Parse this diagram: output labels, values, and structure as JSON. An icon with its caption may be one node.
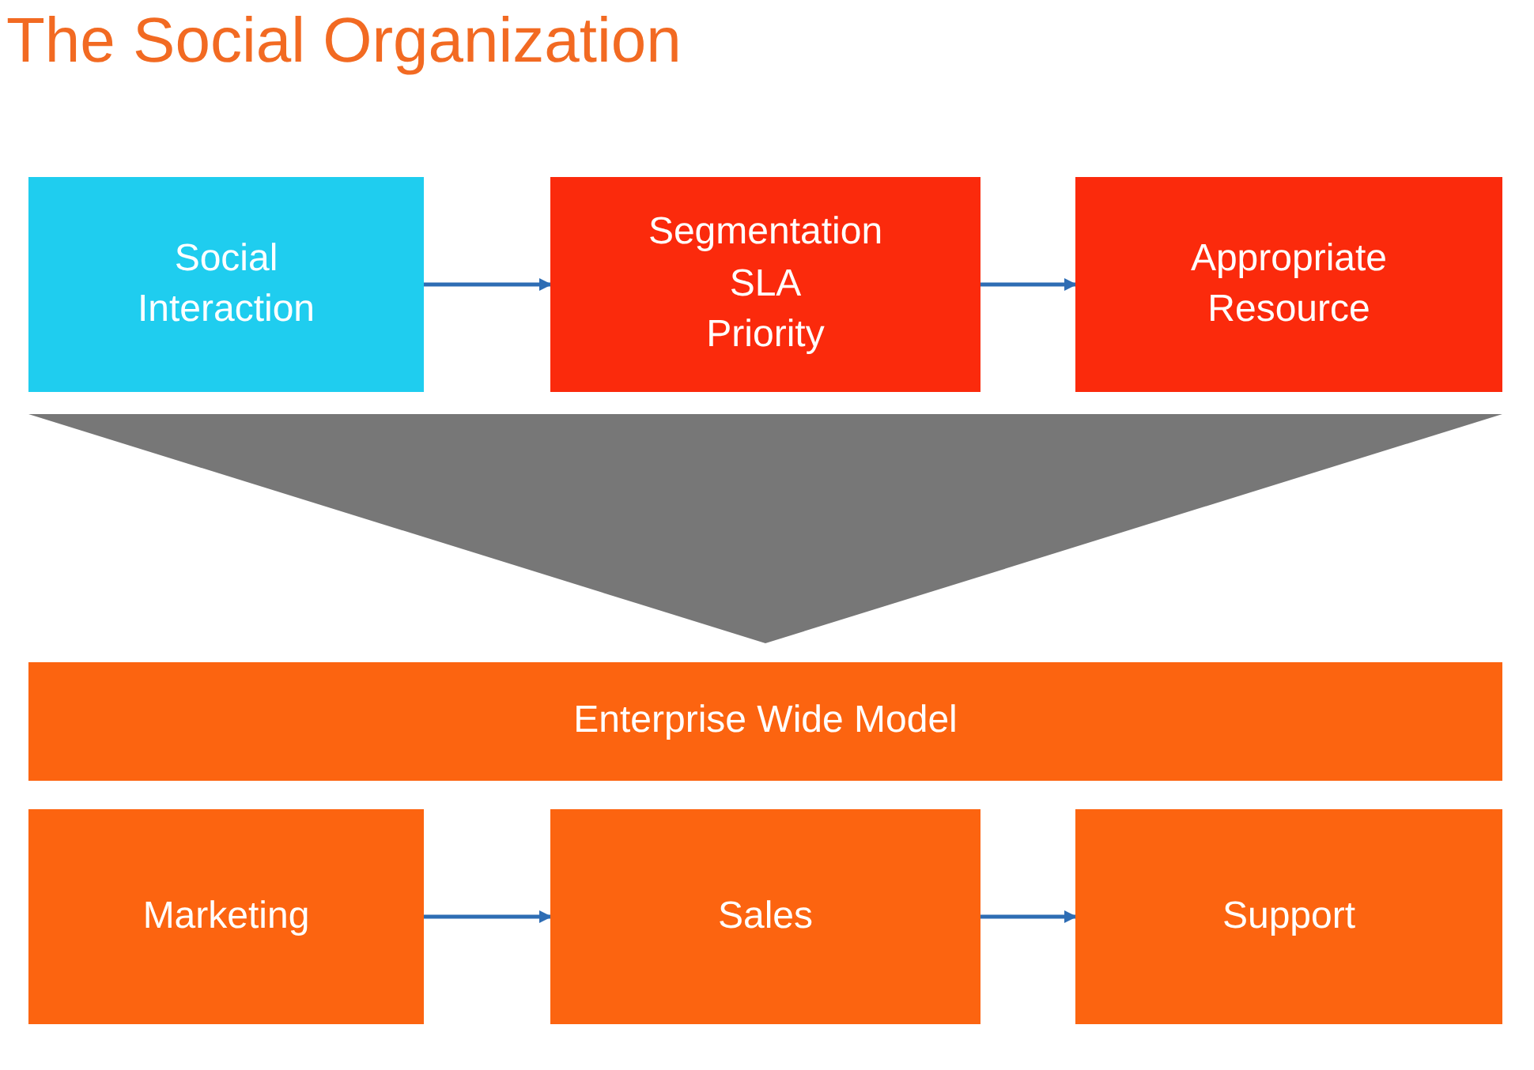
{
  "diagram": {
    "title": "The Social Organization",
    "nodes": [
      {
        "text": [
          "Social Interaction"
        ]
      },
      {
        "text": [
          "Segmentation",
          "SLA",
          "Priority"
        ]
      },
      {
        "text": [
          "Appropriate Resource"
        ]
      },
      {
        "text": [],
        "shape": "triangle"
      },
      {
        "text": [
          "Enterprise Wide Model"
        ]
      },
      {
        "text": [
          "Marketing"
        ]
      },
      {
        "text": [
          "Sales"
        ]
      },
      {
        "text": [
          "Support"
        ]
      }
    ],
    "edges": [
      {
        "from": 0,
        "to": 1,
        "arrow": "to"
      },
      {
        "from": 1,
        "to": 2,
        "arrow": "to"
      },
      {
        "from": 5,
        "to": 6,
        "arrow": "to"
      },
      {
        "from": 6,
        "to": 7,
        "arrow": "to"
      }
    ]
  }
}
